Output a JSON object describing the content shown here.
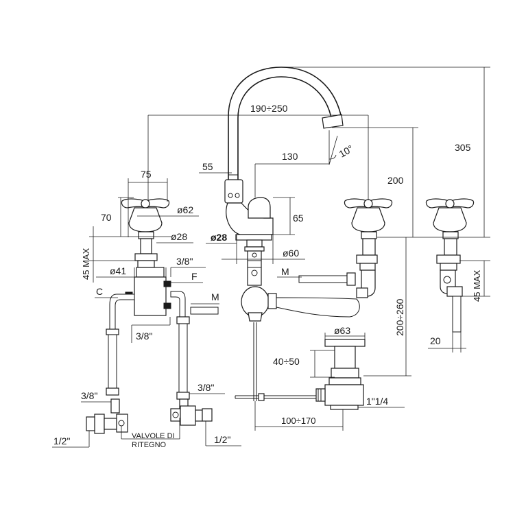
{
  "dimensions": {
    "d190_250": "190÷250",
    "d305": "305",
    "d55": "55",
    "d130": "130",
    "d10deg": "10°",
    "d200": "200",
    "d75": "75",
    "d70": "70",
    "d62": "ø62",
    "d65": "65",
    "d28_left": "ø28",
    "d28_center": "ø28",
    "d60": "ø60",
    "d45max_left": "45 MAX",
    "d45max_right": "45 MAX",
    "d41": "ø41",
    "d38_top": "3/8\"",
    "dF": "F",
    "dC": "C",
    "dM_left": "M",
    "dM_center": "M",
    "d38_mid": "3/8\"",
    "d200_260": "200÷260",
    "d63": "ø63",
    "d40_50": "40÷50",
    "d20": "20",
    "d38_lowleft": "3/8\"",
    "d38_lowright": "3/8\"",
    "d1_14": "1\"1/4",
    "d100_170": "100÷170",
    "d12_left": "1/2\"",
    "d12_right": "1/2\""
  },
  "labels": {
    "valvole_line1": "VALVOLE DI",
    "valvole_line2": "RITEGNO"
  }
}
